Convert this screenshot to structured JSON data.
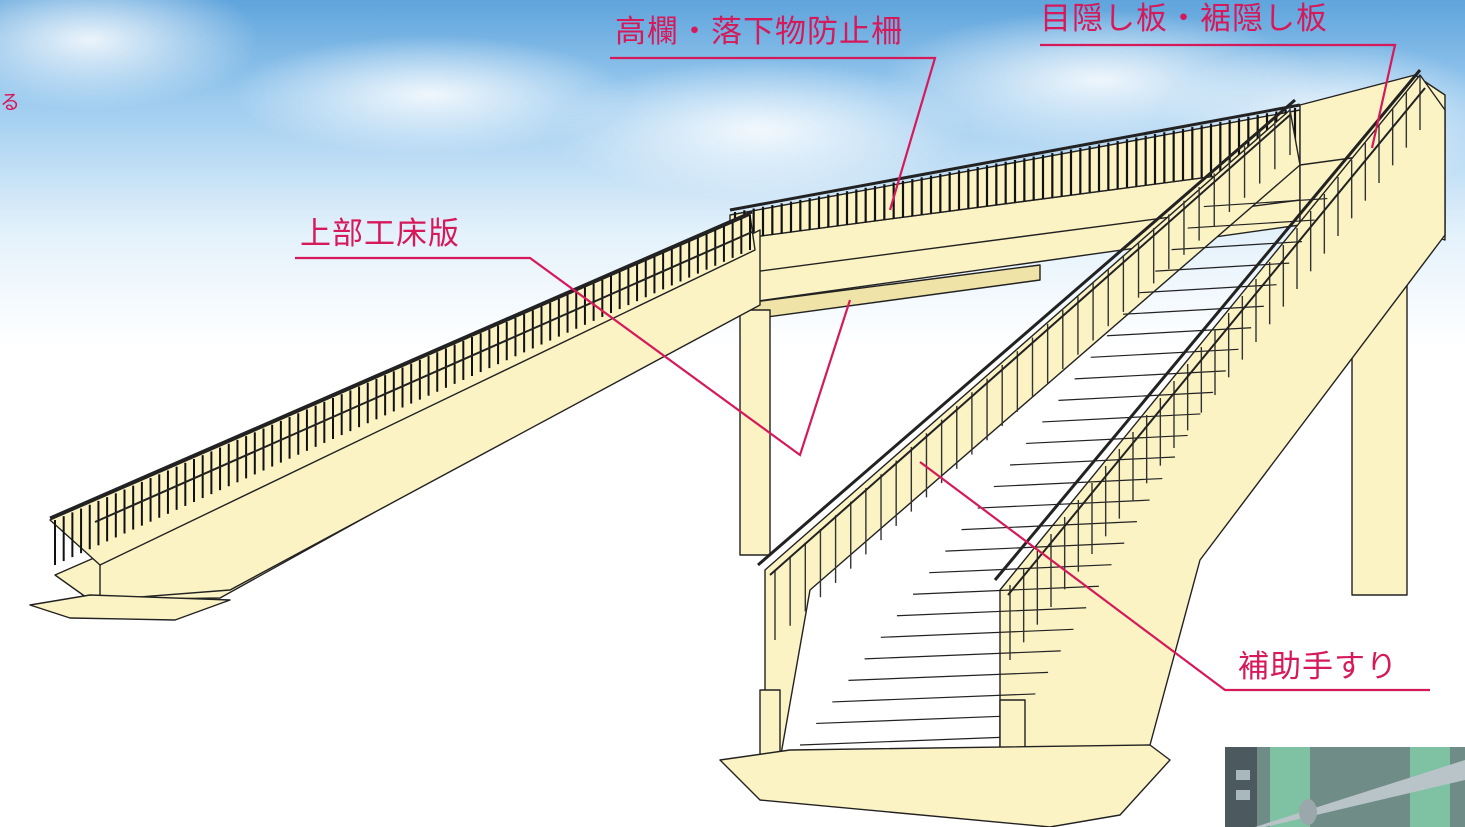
{
  "labels": {
    "railing": "高欄・落下物防止柵",
    "screen_panel": "目隠し板・裾隠し板",
    "deck_slab": "上部工床版",
    "handrail": "補助手すり",
    "edge_fragment": "る"
  },
  "colors": {
    "structure_fill": "#fbf3c4",
    "outline": "#222222",
    "leader_line": "#d6195a",
    "sky_top": "#5fa4dc"
  }
}
